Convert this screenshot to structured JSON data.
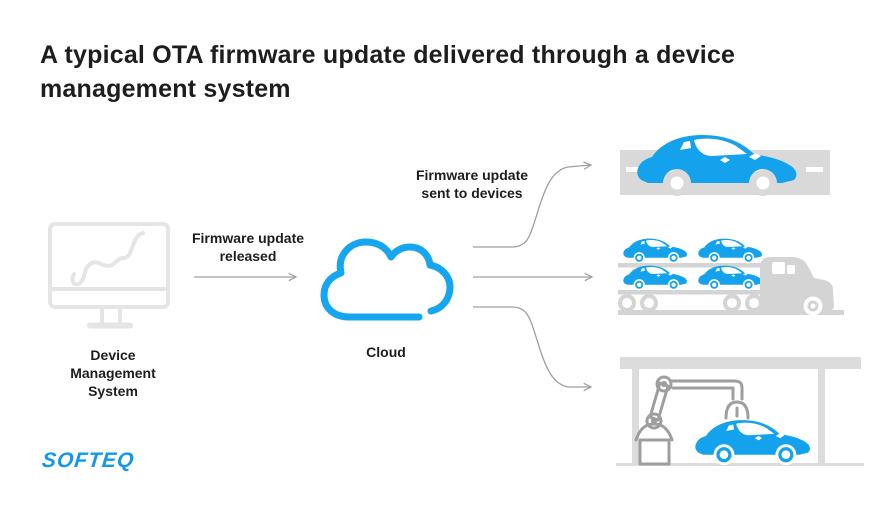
{
  "title": "A typical OTA firmware update delivered through a device management system",
  "nodes": {
    "dms": "Device Management System",
    "cloud": "Cloud"
  },
  "edges": {
    "released": "Firmware update released",
    "sent": "Firmware update sent to devices"
  },
  "devices": [
    "car-on-road",
    "cars-on-carrier-truck",
    "robot-arm-garage"
  ],
  "logo": "SOFTEQ",
  "colors": {
    "accent_blue": "#14a2ec",
    "logo_blue": "#1297ef",
    "monitor_gray": "#e5e5e5",
    "road_gray": "#d9d9d9",
    "truck_gray": "#d4d4d4",
    "structure_gray": "#dcdcdc",
    "robot_gray": "#9e9e9e",
    "arrow_gray": "#9f9f9f",
    "text": "#1d1d1d",
    "background": "#ffffff"
  }
}
